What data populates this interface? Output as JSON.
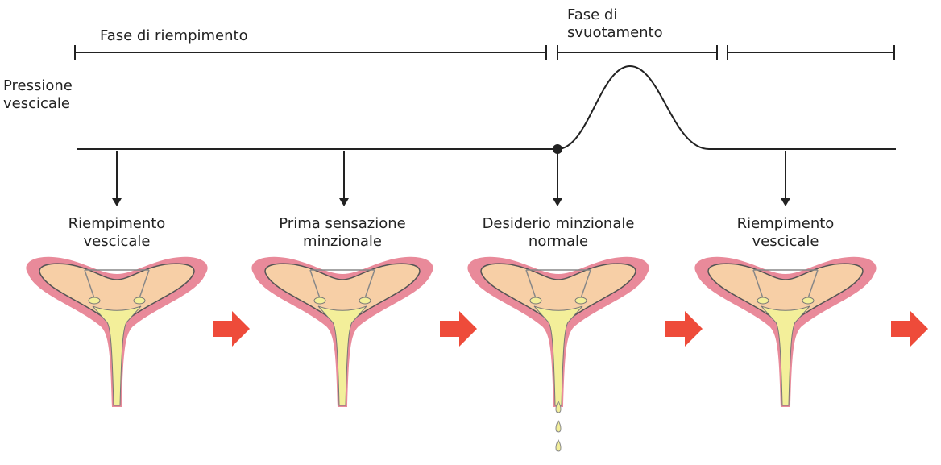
{
  "phases": {
    "filling": "Fase di riempimento",
    "emptying_line1": "Fase di",
    "emptying_line2": "svuotamento"
  },
  "y_axis": {
    "line1": "Pressione",
    "line2": "vescicale"
  },
  "stages": [
    {
      "line1": "Riempimento",
      "line2": "vescicale"
    },
    {
      "line1": "Prima sensazione",
      "line2": "minzionale"
    },
    {
      "line1": "Desiderio minzionale",
      "line2": "normale"
    },
    {
      "line1": "Riempimento",
      "line2": "vescicale"
    }
  ],
  "colors": {
    "bladder_wall": "#e98a9a",
    "bladder_wall_light": "#f2b3bd",
    "bladder_inner": "#f7cfa6",
    "urine": "#f3ef9a",
    "arrow": "#ee4b3a",
    "line": "#222222"
  }
}
